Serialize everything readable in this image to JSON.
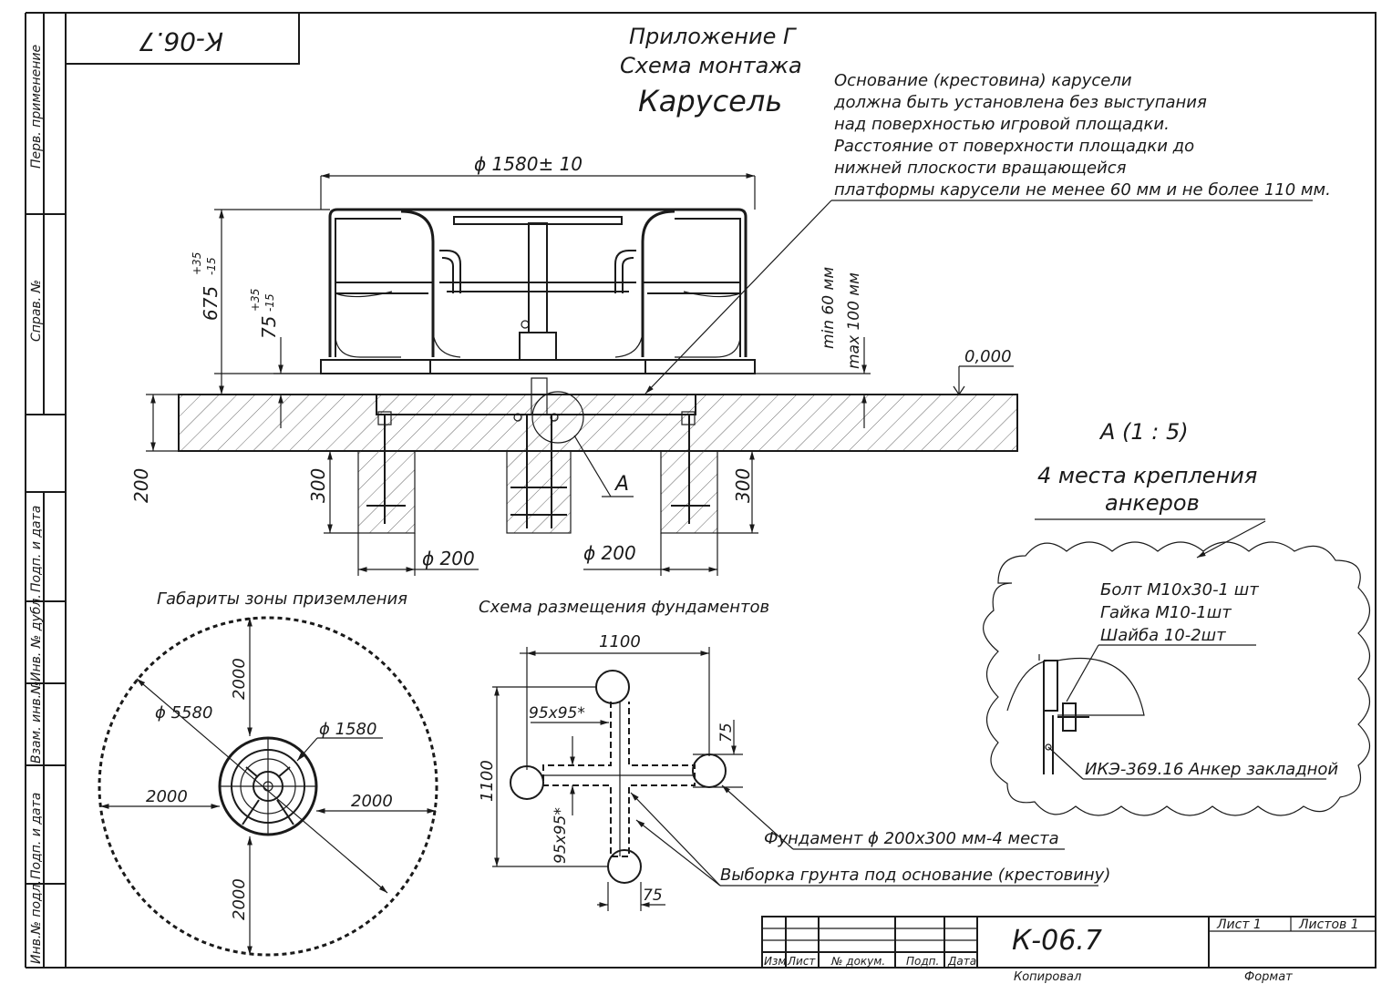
{
  "stamp_code": "К-06.7",
  "title": {
    "line1": "Приложение Г",
    "line2": "Схема монтажа",
    "line3": "Карусель"
  },
  "note": [
    "Основание (крестовина) карусели",
    "должна быть установлена без выступания",
    "над поверхностью игровой площадки.",
    "Расстояние от поверхности площадки до",
    "нижней плоскости вращающейся",
    "платформы карусели не менее 60 мм и не более 110 мм."
  ],
  "dims": {
    "diameter_top": "ϕ 1580± 10",
    "height_main": "675",
    "height_main_tol_up": "+35",
    "height_main_tol_dn": "-15",
    "height_gap": "75",
    "height_gap_tol_up": "+35",
    "height_gap_tol_dn": "-15",
    "min_gap": "min 60 мм",
    "max_gap": "max 100 мм",
    "level": "0,000",
    "ground_depth": "200",
    "pit_depth_left": "300",
    "pit_depth_right": "300",
    "pit_dia_left": "ϕ 200",
    "pit_dia_right": "ϕ 200",
    "callout_a": "А"
  },
  "detail": {
    "title": "А (1 : 5)",
    "subtitle1": "4 места крепления",
    "subtitle2": "анкеров",
    "bolt": "Болт М10х30-1 шт",
    "nut": "Гайка М10-1шт",
    "washer": "Шайба 10-2шт",
    "anchor": "ИКЭ-369.16 Анкер закладной"
  },
  "zone": {
    "title": "Габариты зоны приземления",
    "d_outer": "ϕ 5580",
    "d_inner": "ϕ 1580",
    "top": "2000",
    "left": "2000",
    "right": "2000",
    "bottom": "2000"
  },
  "foundation": {
    "title": "Схема размещения фундаментов",
    "width": "1100",
    "height": "1100",
    "trench_h": "95х95*",
    "trench_v": "95х95*",
    "offset_right": "75",
    "offset_bottom": "75",
    "label_foundation": "Фундамент ϕ 200х300 мм-4 места",
    "label_trench": "Выборка грунта под основание (крестовину)"
  },
  "side_labels": {
    "perv": "Перв. применение",
    "sprav": "Справ. №",
    "podp_data_1": "Подп. и дата",
    "inv_dubl": "Инв. № дубл.",
    "vzam_inv": "Взам. инв.№",
    "podp_data_2": "Подп. и дата",
    "inv_podl": "Инв.№ подл."
  },
  "title_block": {
    "code": "К-06.7",
    "izm": "Изм",
    "list": "Лист",
    "n_dokum": "№ докум.",
    "podp": "Подп.",
    "data": "Дата",
    "sheet": "Лист 1",
    "sheets": "Листов 1",
    "copied": "Копировал",
    "format": "Формат"
  }
}
